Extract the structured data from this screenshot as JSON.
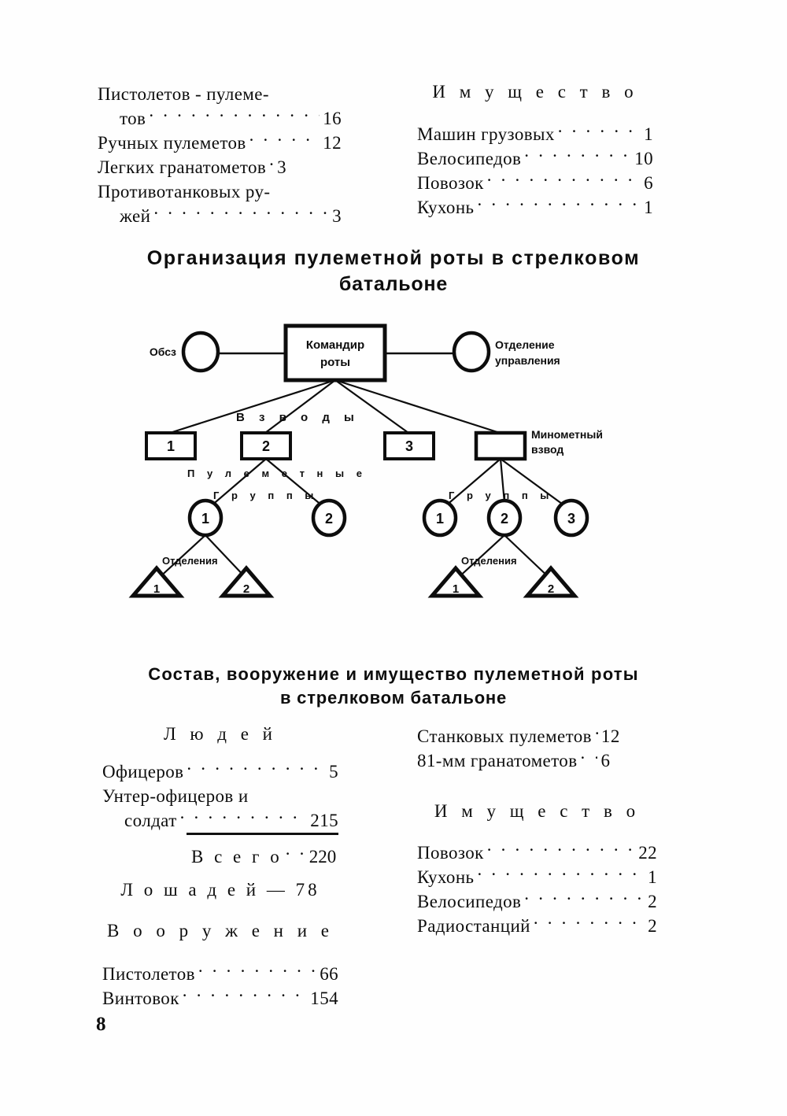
{
  "page": {
    "number": "8"
  },
  "top_section": {
    "left_column": {
      "lines": [
        {
          "label": "Пистолетов - пулеме-",
          "value": "",
          "leader": false,
          "indent": false
        },
        {
          "label": "тов",
          "value": "16",
          "leader": true,
          "indent": true
        },
        {
          "label": "Ручных пулеметов",
          "value": "12",
          "leader": true,
          "indent": false
        },
        {
          "label": "Легких гранатометов",
          "value": "3",
          "leader": false,
          "indent": false
        },
        {
          "label": "Противотанковых ру-",
          "value": "",
          "leader": false,
          "indent": false
        },
        {
          "label": "жей",
          "value": "3",
          "leader": true,
          "indent": true
        }
      ]
    },
    "right_column": {
      "heading": "И м у щ е с т в о",
      "lines": [
        {
          "label": "Машин грузовых",
          "value": "1",
          "leader": true
        },
        {
          "label": "Велосипедов",
          "value": "10",
          "leader": true
        },
        {
          "label": "Повозок",
          "value": "6",
          "leader": true
        },
        {
          "label": "Кухонь",
          "value": "1",
          "leader": true
        }
      ]
    }
  },
  "heading_org": {
    "line1": "Организация  пулеметной  роты  в  стрелковом",
    "line2": "батальоне"
  },
  "diagram": {
    "title_ref": "Организация пулеметной роты в стрелковом батальоне",
    "commander": {
      "line1": "Командир",
      "line2": "роты"
    },
    "left_circle_label": "Обсз",
    "right_circle_label": {
      "line1": "Отделение",
      "line2": "управления"
    },
    "platoons_caption": "В з в о д ы",
    "platoon_boxes": [
      "1",
      "2",
      "3",
      ""
    ],
    "mortar_label": {
      "line1": "Минометный",
      "line2": "взвод"
    },
    "machinegun_caption": "П у л е м е т н ы е",
    "groups_caption_left": "Г р у п п ы",
    "groups_caption_right": "Г р у п п ы",
    "groups_left": [
      "1",
      "2"
    ],
    "groups_right": [
      "1",
      "2",
      "3"
    ],
    "squads_caption_left": "Отделения",
    "squads_caption_right": "Отделения",
    "squads_left": [
      "1",
      "2"
    ],
    "squads_right": [
      "1",
      "2"
    ]
  },
  "heading_composition": {
    "line1": "Состав,  вооружение  и  имущество  пулеметной  роты",
    "line2": "в стрелковом батальоне"
  },
  "bottom_section": {
    "left_column": {
      "heading_people": "Л ю д е й",
      "people_lines": [
        {
          "label": "Офицеров",
          "value": "5",
          "leader": true,
          "indent": false
        },
        {
          "label": "Унтер-офицеров      и",
          "value": "",
          "leader": false,
          "indent": false
        },
        {
          "label": "солдат",
          "value": "215",
          "leader": true,
          "indent": true
        }
      ],
      "total_label": "В с е г о",
      "total_value": "220",
      "horses": "Л о ш а д е й — 78",
      "heading_weapons": "В о о р у ж е н и е",
      "weapon_lines": [
        {
          "label": "Пистолетов",
          "value": "66",
          "leader": true
        },
        {
          "label": "Винтовок",
          "value": "154",
          "leader": true
        }
      ]
    },
    "right_column": {
      "weapon_lines": [
        {
          "label": "Станковых пулеметов",
          "value": "12",
          "leader": false
        },
        {
          "label": "81-мм  гранатометов",
          "value": "6",
          "leader": true
        }
      ],
      "heading_property": "И м у щ е с т в о",
      "property_lines": [
        {
          "label": "Повозок",
          "value": "22",
          "leader": true
        },
        {
          "label": "Кухонь",
          "value": "1",
          "leader": true
        },
        {
          "label": "Велосипедов",
          "value": "2",
          "leader": true
        },
        {
          "label": "Радиостанций",
          "value": "2",
          "leader": true
        }
      ]
    }
  }
}
